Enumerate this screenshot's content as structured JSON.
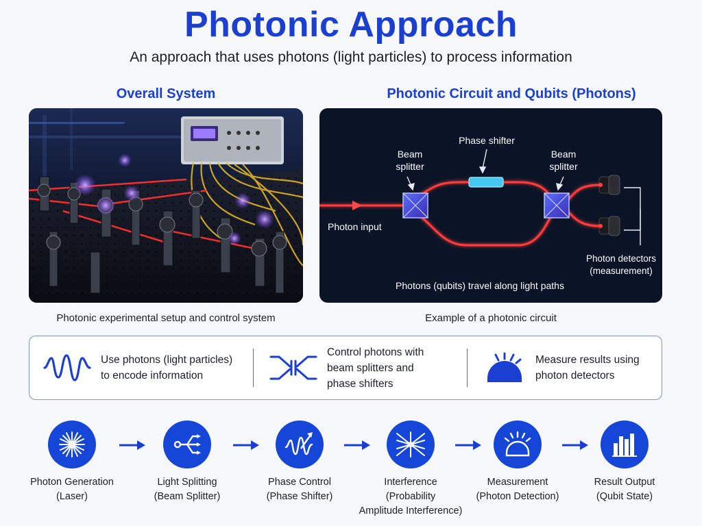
{
  "title": "Photonic Approach",
  "subtitle": "An approach that uses photons (light particles) to process information",
  "left_section": {
    "heading": "Overall System",
    "caption": "Photonic experimental setup and control system"
  },
  "right_section": {
    "heading": "Photonic Circuit and Qubits (Photons)",
    "caption": "Example of a photonic circuit",
    "diagram": {
      "beam_splitter_1": [
        "Beam",
        "splitter"
      ],
      "beam_splitter_2": [
        "Beam",
        "splitter"
      ],
      "phase_shifter": "Phase shifter",
      "photon_input": "Photon input",
      "detectors": [
        "Photon detectors",
        "(measurement)"
      ],
      "path_note": "Photons (qubits) travel along light paths"
    }
  },
  "features": [
    {
      "icon": "wave-icon",
      "lines": [
        "Use photons (light particles)",
        "to encode information"
      ]
    },
    {
      "icon": "beam-splitter-icon",
      "lines": [
        "Control photons with",
        "beam splitters and",
        "phase shifters"
      ]
    },
    {
      "icon": "detector-dome-icon",
      "lines": [
        "Measure results using",
        "photon detectors"
      ]
    }
  ],
  "steps": [
    {
      "icon": "laser-burst-icon",
      "lines": [
        "Photon Generation",
        "(Laser)"
      ]
    },
    {
      "icon": "splitter-icon",
      "lines": [
        "Light Splitting",
        "(Beam Splitter)"
      ]
    },
    {
      "icon": "phase-wave-icon",
      "lines": [
        "Phase Control",
        "(Phase Shifter)"
      ]
    },
    {
      "icon": "interference-icon",
      "lines": [
        "Interference",
        "(Probability",
        "Amplitude Interference)"
      ]
    },
    {
      "icon": "detector-icon",
      "lines": [
        "Measurement",
        "(Photon Detection)"
      ]
    },
    {
      "icon": "bar-chart-icon",
      "lines": [
        "Result Output",
        "(Qubit State)"
      ]
    }
  ],
  "colors": {
    "accent": "#1a3fd1",
    "step_circle": "#1646d8",
    "laser": "#ff3b3b",
    "panel_bg": "#0b1426"
  }
}
